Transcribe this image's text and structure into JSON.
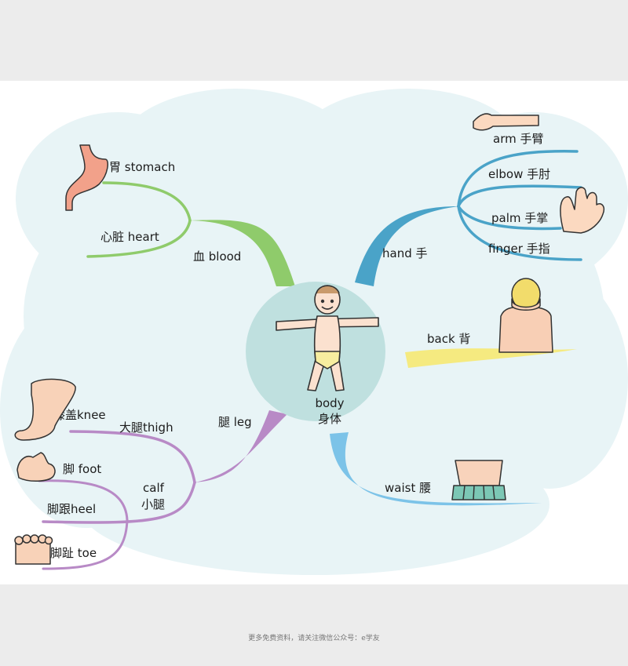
{
  "center": {
    "en": "body",
    "zh": "身体"
  },
  "branches": {
    "blood": {
      "label": "血 blood",
      "color": "#8fcb6b",
      "children": [
        {
          "label": "胃 stomach"
        },
        {
          "label": "心脏 heart"
        }
      ]
    },
    "hand": {
      "label": "hand 手",
      "color": "#4aa3c8",
      "children": [
        {
          "label": "arm 手臂"
        },
        {
          "label": "elbow 手肘"
        },
        {
          "label": "palm 手掌"
        },
        {
          "label": "finger 手指"
        }
      ]
    },
    "back": {
      "label": "back 背",
      "color": "#f5ea80"
    },
    "waist": {
      "label": "waist 腰",
      "color": "#7cc3e8"
    },
    "leg": {
      "label": "腿 leg",
      "color": "#b88ac6",
      "children": [
        {
          "label": "膝盖knee"
        },
        {
          "label": "大腿thigh"
        },
        {
          "label": "calf"
        },
        {
          "label": "小腿"
        },
        {
          "label": "脚 foot"
        },
        {
          "label": "脚跟heel"
        },
        {
          "label": "脚趾 toe"
        }
      ]
    }
  },
  "footer": "更多免费资料，请关注微信公众号：e学友"
}
